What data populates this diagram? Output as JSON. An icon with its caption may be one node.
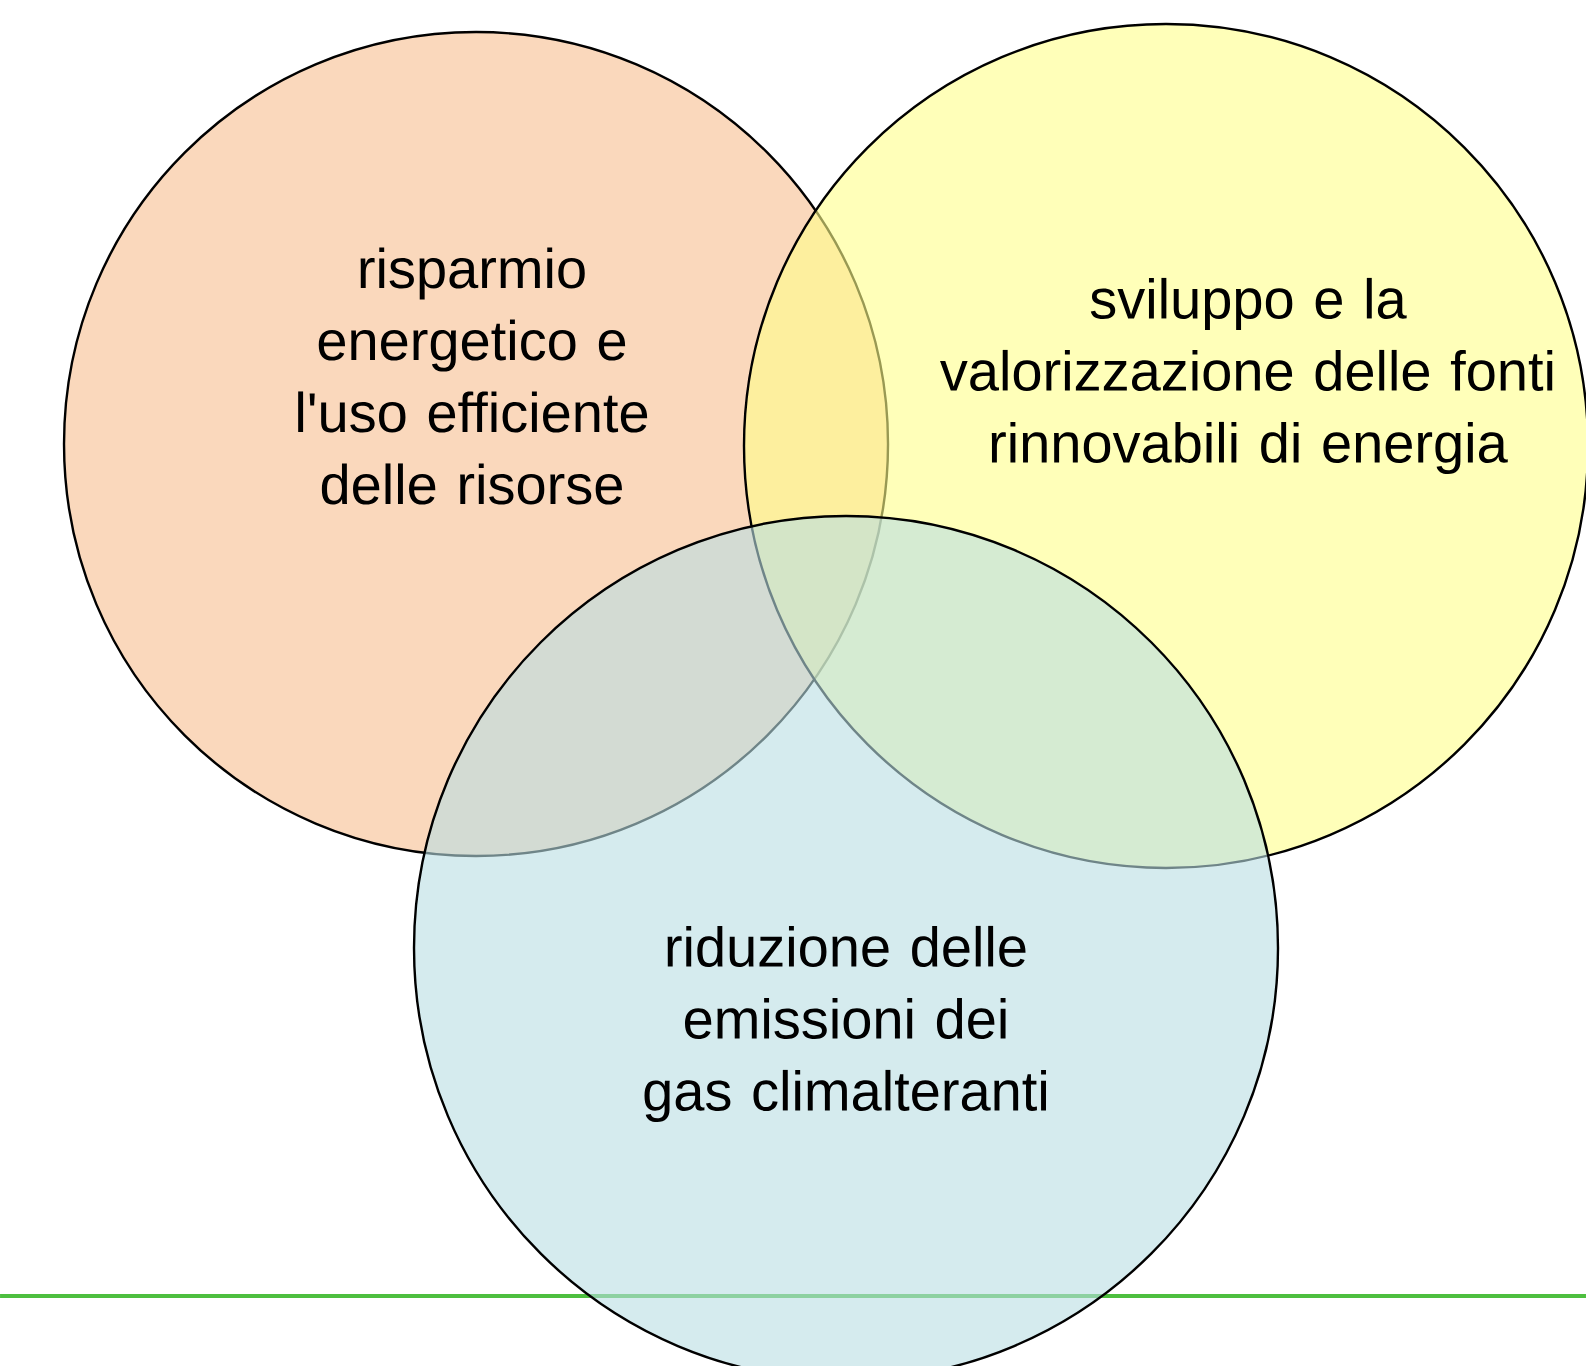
{
  "diagram": {
    "nodes": [
      {
        "text": [
          "risparmio energetico e l'uso efficiente delle risorse"
        ]
      },
      {
        "text": [
          "sviluppo e la valorizzazione delle fonti rinnovabili di energia"
        ]
      },
      {
        "text": [
          "riduzione delle emissioni dei gas climalteranti"
        ]
      }
    ]
  }
}
